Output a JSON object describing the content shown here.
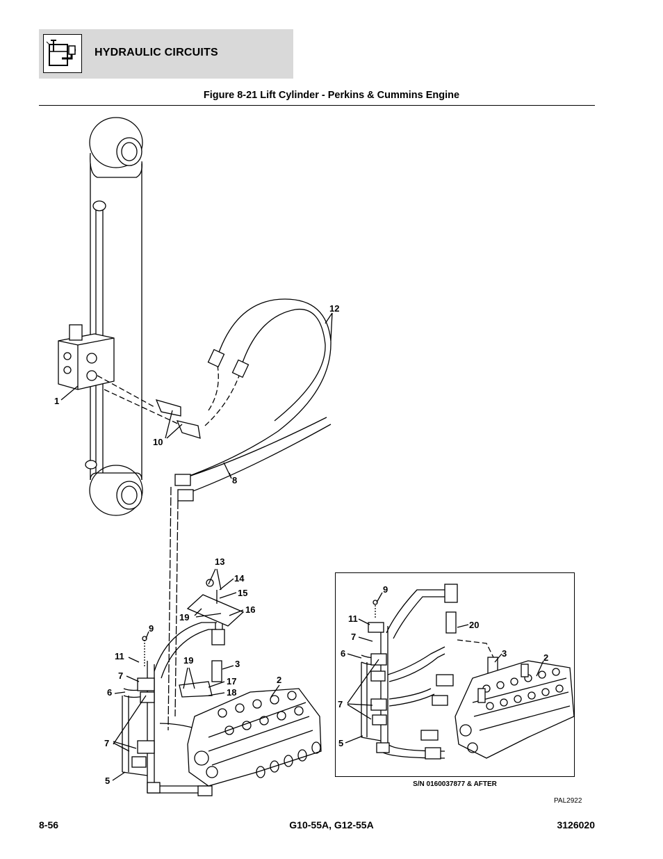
{
  "header": {
    "section_title": "HYDRAULIC CIRCUITS",
    "icon": "hydraulic-reservoir-icon"
  },
  "figure": {
    "title": "Figure 8-21 Lift Cylinder - Perkins & Cummins Engine"
  },
  "callouts": {
    "c1": "1",
    "c2": "2",
    "c3": "3",
    "c5": "5",
    "c6": "6",
    "c7a": "7",
    "c7b": "7",
    "c8": "8",
    "c9": "9",
    "c10": "10",
    "c11": "11",
    "c12": "12",
    "c13": "13",
    "c14": "14",
    "c15": "15",
    "c16": "16",
    "c17": "17",
    "c18": "18",
    "c19a": "19",
    "c19b": "19"
  },
  "inset": {
    "callouts": {
      "i9": "9",
      "i11": "11",
      "i7a": "7",
      "i6": "6",
      "i7b": "7",
      "i5": "5",
      "i20": "20",
      "i3": "3",
      "i2": "2"
    },
    "caption": "S/N 0160037877 & AFTER"
  },
  "drawing_id": "PAL2922",
  "footer": {
    "page_number": "8-56",
    "models": "G10-55A, G12-55A",
    "manual_number": "3126020"
  }
}
